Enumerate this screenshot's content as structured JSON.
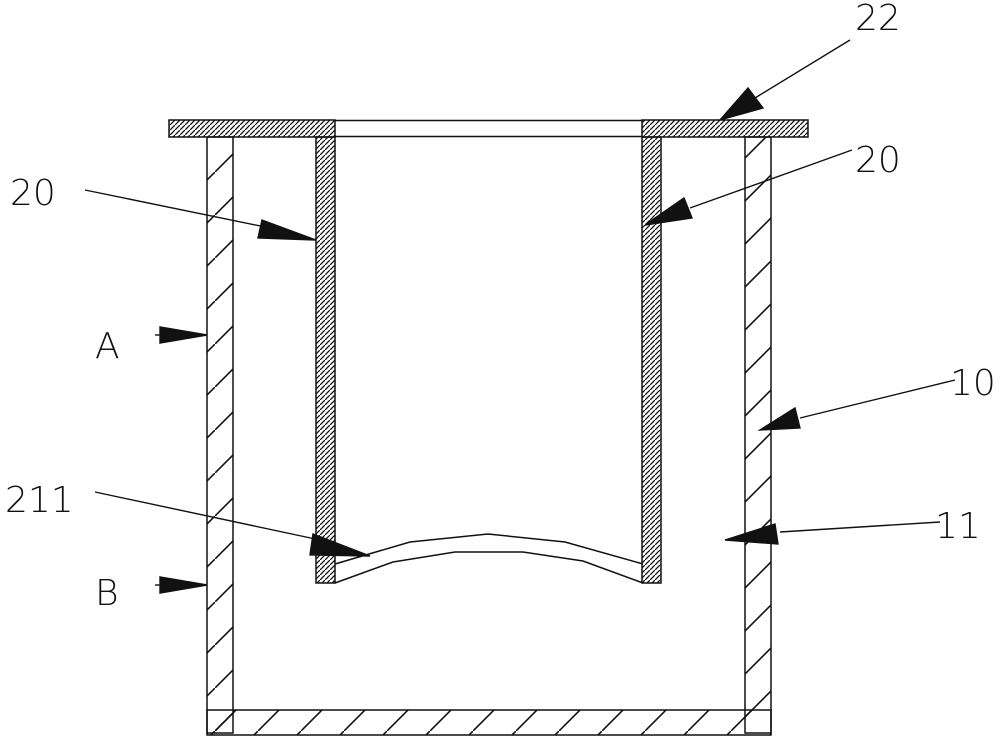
{
  "figure": {
    "type": "patent-cross-section",
    "colors": {
      "line": "#111111",
      "background": "#ffffff"
    },
    "labels": {
      "flange": "22",
      "inner_wall_left": "20",
      "inner_wall_right": "20",
      "point_a": "A",
      "point_b": "B",
      "outer_container": "10",
      "membrane": "211",
      "cavity": "11"
    }
  }
}
